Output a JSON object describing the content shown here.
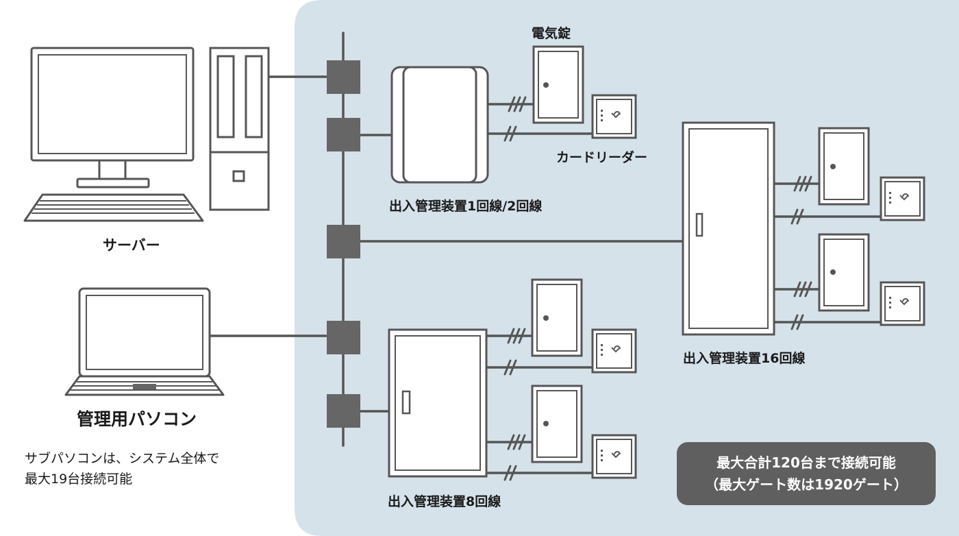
{
  "labels": {
    "server": "サーバー",
    "admin_pc": "管理用パソコン",
    "electric_lock": "電気錠",
    "card_reader": "カードリーダー",
    "controller_small": "出入管理装置1回線/2回線",
    "controller_16": "出入管理装置16回線",
    "controller_8": "出入管理装置8回線"
  },
  "note": {
    "line1": "サブパソコンは、システム全体で",
    "line2": "最大19台接続可能"
  },
  "callout": {
    "line1": "最大合計120台まで接続可能",
    "line2": "（最大ゲート数は1920ゲート）"
  },
  "colors": {
    "panel_bg": "#d6e2ea",
    "line": "#555555",
    "hub": "#666666",
    "callout_bg": "#5f5f5f"
  }
}
